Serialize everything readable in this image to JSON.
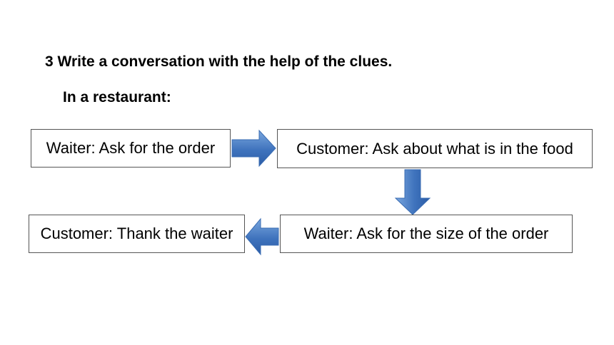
{
  "heading": "3 Write a conversation with the help of the clues.",
  "subheading": "In a restaurant:",
  "flow": {
    "step1": "Waiter: Ask for the order",
    "step2": "Customer: Ask about what is in the food",
    "step3": "Waiter: Ask for the size of the order",
    "step4": "Customer: Thank the waiter"
  },
  "colors": {
    "arrow_light": "#6a9ad6",
    "arrow_dark": "#2f63ad",
    "box_border": "#555555"
  },
  "icons": {
    "arrow1": "arrow-right-icon",
    "arrow2": "arrow-down-icon",
    "arrow3": "arrow-left-icon"
  }
}
